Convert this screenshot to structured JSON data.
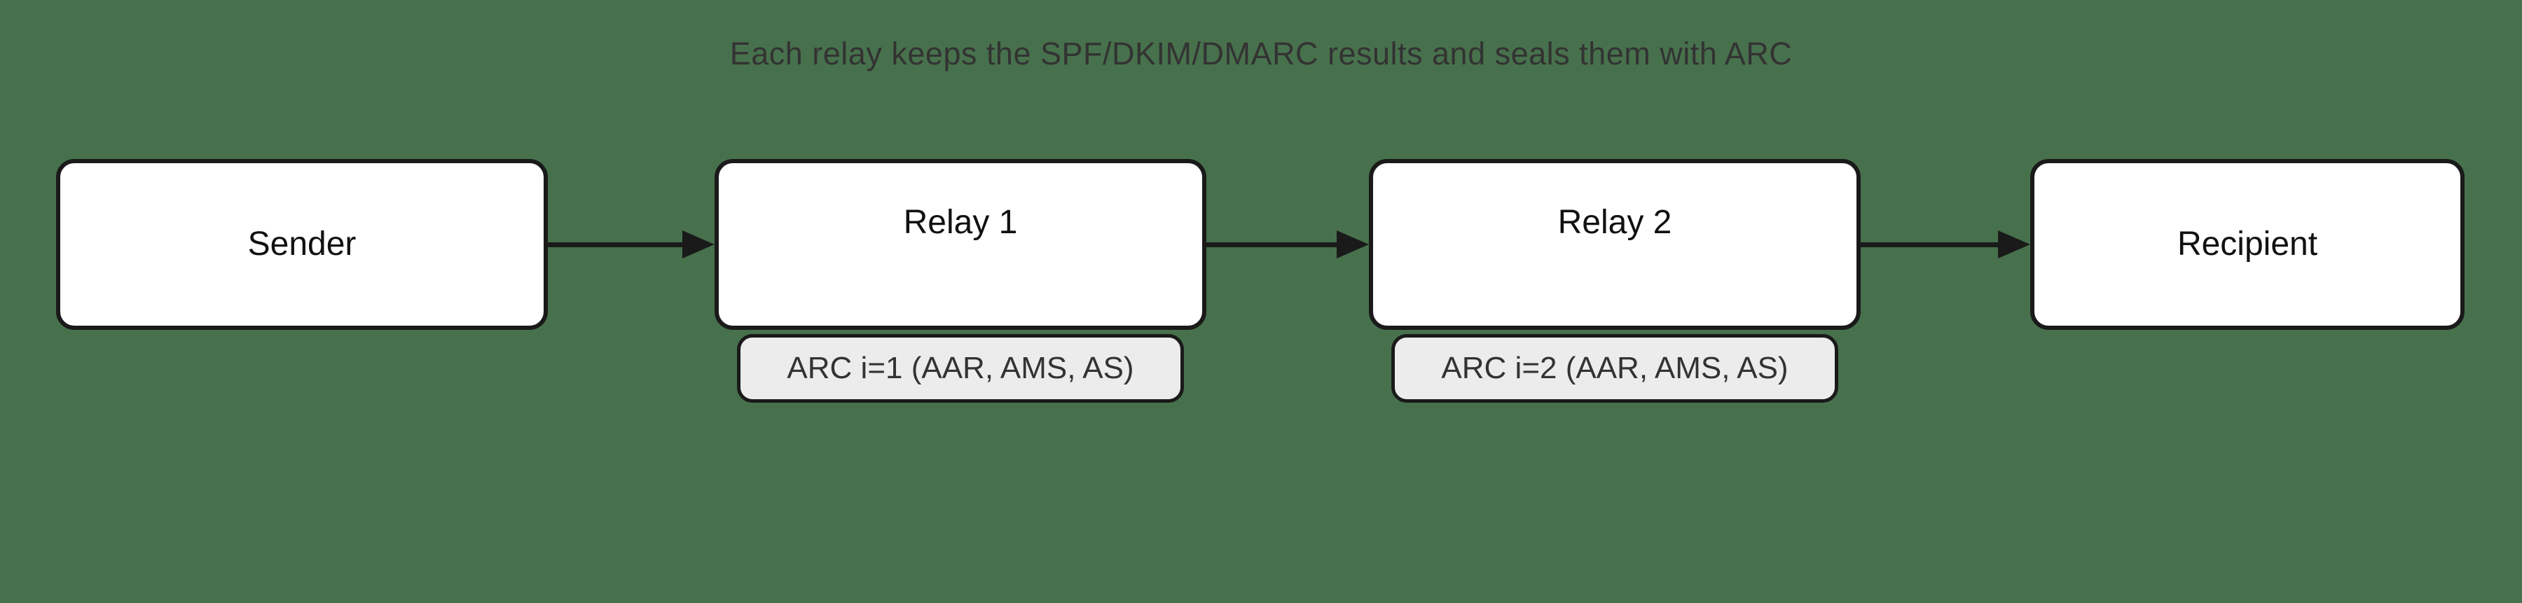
{
  "title": "Each relay keeps the SPF/DKIM/DMARC results and seals them with ARC",
  "nodes": {
    "sender": {
      "label": "Sender"
    },
    "relay1": {
      "label": "Relay 1"
    },
    "relay2": {
      "label": "Relay 2"
    },
    "recipient": {
      "label": "Recipient"
    }
  },
  "arc_seals": {
    "relay1": {
      "label": "ARC i=1 (AAR, AMS, AS)"
    },
    "relay2": {
      "label": "ARC i=2 (AAR, AMS, AS)"
    }
  },
  "flow": [
    "Sender",
    "Relay 1",
    "Relay 2",
    "Recipient"
  ],
  "colors": {
    "background": "#47714C",
    "node_fill": "#ffffff",
    "node_border": "#1a1a1a",
    "arrow": "#1a1a1a",
    "seal_fill": "#ececec",
    "title_text": "#333333",
    "node_text": "#111111",
    "seal_text": "#333333"
  }
}
